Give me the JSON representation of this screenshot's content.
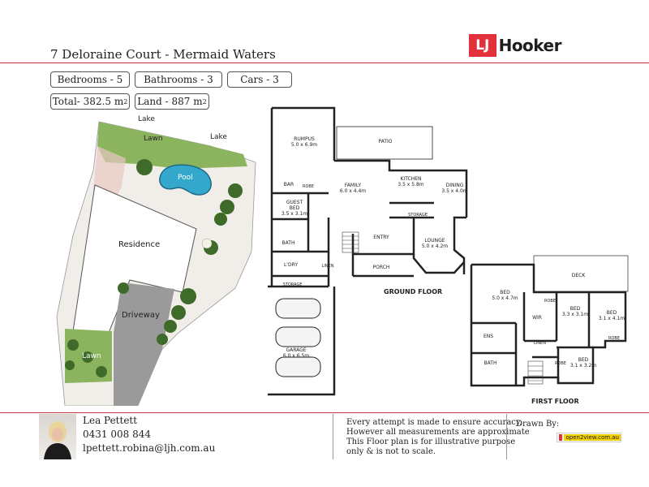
{
  "header": {
    "title": "7 Deloraine Court - Mermaid Waters",
    "logo": {
      "lj": "LJ",
      "hooker": "Hooker",
      "brand_color": "#e3313c"
    }
  },
  "stats": {
    "bedrooms": "Bedrooms - 5",
    "bathrooms": "Bathrooms - 3",
    "cars": "Cars - 3",
    "total": "Total- 382.5 m",
    "total_sup": "2",
    "land": "Land - 887 m",
    "land_sup": "2"
  },
  "site_plan": {
    "lake_top": "Lake",
    "lake_right": "Lake",
    "lawn_top": "Lawn",
    "pool": "Pool",
    "residence": "Residence",
    "driveway": "Driveway",
    "lawn_bottom": "Lawn"
  },
  "ground_floor": {
    "label": "GROUND FLOOR",
    "rooms": {
      "rumpus": "RUMPUS",
      "rumpus_dim": "5.0 x 6.9m",
      "patio": "PATIO",
      "family": "FAMILY",
      "family_dim": "6.0 x 4.4m",
      "kitchen": "KITCHEN",
      "kitchen_dim": "3.5 x 5.8m",
      "dining": "DINING",
      "dining_dim": "3.5 x 4.0m",
      "bar": "BAR",
      "robe": "ROBE",
      "guest_bed": "GUEST",
      "guest_bed2": "BED",
      "guest_dim": "3.5 x 3.1m",
      "storage_k": "STORAGE",
      "bath": "BATH",
      "entry": "ENTRY",
      "lounge": "LOUNGE",
      "lounge_dim": "5.0 x 4.2m",
      "ldry": "L'DRY",
      "linen": "LINEN",
      "porch": "PORCH",
      "storage": "STORAGE",
      "garage": "GARAGE",
      "garage_dim": "6.0 x 6.5m"
    }
  },
  "first_floor": {
    "label": "FIRST FLOOR",
    "rooms": {
      "deck": "DECK",
      "bed1": "BED",
      "bed1_dim": "5.0 x 4.7m",
      "robe1": "ROBE",
      "wir": "WIR",
      "bed2": "BED",
      "bed2_dim": "3.3 x 3.1m",
      "bed3": "BED",
      "bed3_dim": "3.1 x 4.1m",
      "robe3": "ROBE",
      "ens": "ENS",
      "linen": "LINEN",
      "bath": "BATH",
      "robe4": "ROBE",
      "bed4": "BED",
      "bed4_dim": "3.1 x 3.2m"
    }
  },
  "footer": {
    "agent_name": "Lea Pettett",
    "agent_phone": "0431 008 844",
    "agent_email": "lpettett.robina@ljh.com.au",
    "disclaimer": [
      "Every  attempt is made to ensure accuracy,",
      "However all measurements are approximate",
      "This Floor plan is for illustrative purpose",
      "only & is not to scale."
    ],
    "drawn_by": "Drawn By:",
    "drawn_by_logo": "open2view.com.au"
  }
}
